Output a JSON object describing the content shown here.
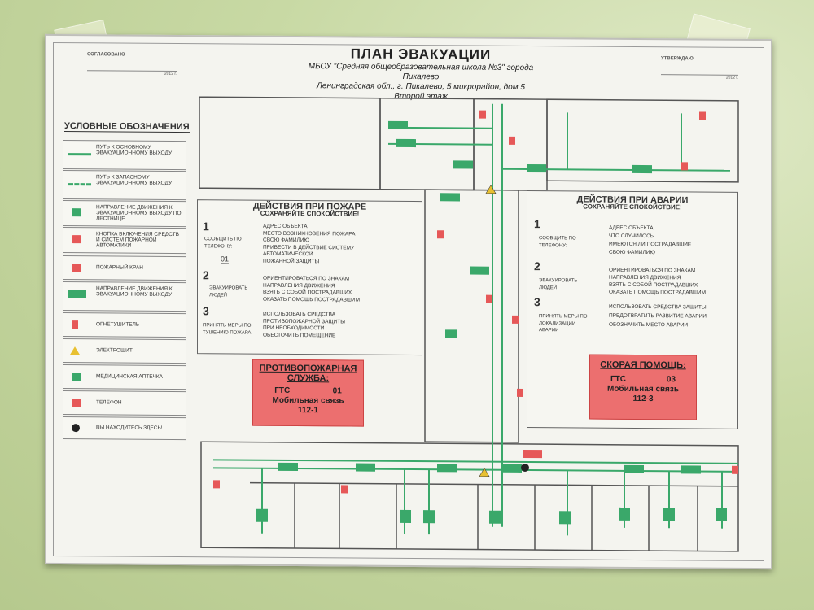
{
  "header": {
    "title": "ПЛАН ЭВАКУАЦИИ",
    "line1": "МБОУ \"Средняя общеобразовательная школа №3\" города Пикалево",
    "line2": "Ленинградская обл., г. Пикалево, 5 микрорайон, дом 5",
    "line3": "Второй этаж"
  },
  "corner_left": {
    "label": "СОГЛАСОВАНО",
    "year": "2012 г."
  },
  "corner_right": {
    "label": "УТВЕРЖДАЮ",
    "year": "2012 г."
  },
  "legend": {
    "title": "УСЛОВНЫЕ ОБОЗНАЧЕНИЯ",
    "items": [
      "ПУТЬ К ОСНОВНОМУ ЭВАКУАЦИОННОМУ ВЫХОДУ",
      "ПУТЬ К ЗАПАСНОМУ ЭВАКУАЦИОННОМУ ВЫХОДУ",
      "НАПРАВЛЕНИЕ ДВИЖЕНИЯ К ЭВАКУАЦИОННОМУ ВЫХОДУ ПО ЛЕСТНИЦЕ",
      "КНОПКА ВКЛЮЧЕНИЯ СРЕДСТВ И СИСТЕМ ПОЖАРНОЙ АВТОМАТИКИ",
      "ПОЖАРНЫЙ КРАН",
      "НАПРАВЛЕНИЕ ДВИЖЕНИЯ К ЭВАКУАЦИОННОМУ ВЫХОДУ",
      "ОГНЕТУШИТЕЛЬ",
      "ЭЛЕКТРОЩИТ",
      "МЕДИЦИНСКАЯ АПТЕЧКА",
      "ТЕЛЕФОН",
      "ВЫ НАХОДИТЕСЬ ЗДЕСЬ!"
    ]
  },
  "fire_panel": {
    "title": "ДЕЙСТВИЯ ПРИ ПОЖАРЕ",
    "subtitle": "СОХРАНЯЙТЕ СПОКОЙСТВИЕ!",
    "step1_label": "СООБЩИТЬ ПО ТЕЛЕФОНУ:",
    "step1_number": "01",
    "step1_items": [
      "АДРЕС ОБЪЕКТА",
      "МЕСТО ВОЗНИКНОВЕНИЯ ПОЖАРА",
      "СВОЮ ФАМИЛИЮ",
      "ПРИВЕСТИ В ДЕЙСТВИЕ СИСТЕМУ",
      "АВТОМАТИЧЕСКОЙ",
      "ПОЖАРНОЙ ЗАЩИТЫ"
    ],
    "step2_label": "ЭВАКУИРОВАТЬ ЛЮДЕЙ",
    "step2_items": [
      "ОРИЕНТИРОВАТЬСЯ ПО ЗНАКАМ",
      "НАПРАВЛЕНИЯ ДВИЖЕНИЯ",
      "ВЗЯТЬ С СОБОЙ ПОСТРАДАВШИХ",
      "ОКАЗАТЬ ПОМОЩЬ ПОСТРАДАВШИМ"
    ],
    "step3_label": "ПРИНЯТЬ МЕРЫ ПО ТУШЕНИЮ ПОЖАРА",
    "step3_items": [
      "ИСПОЛЬЗОВАТЬ СРЕДСТВА",
      "ПРОТИВОПОЖАРНОЙ ЗАЩИТЫ",
      "ПРИ НЕОБХОДИМОСТИ",
      "ОБЕСТОЧИТЬ ПОМЕЩЕНИЕ"
    ]
  },
  "fire_service": {
    "title1": "ПРОТИВОПОЖАРНАЯ",
    "title2": "СЛУЖБА:",
    "gts_label": "ГТС",
    "gts_number": "01",
    "mobile_label": "Мобильная связь",
    "mobile_number": "112-1"
  },
  "accident_panel": {
    "title": "ДЕЙСТВИЯ ПРИ АВАРИИ",
    "subtitle": "СОХРАНЯЙТЕ СПОКОЙСТВИЕ!",
    "step1_label": "СООБЩИТЬ ПО ТЕЛЕФОНУ:",
    "step1_items": [
      "АДРЕС ОБЪЕКТА",
      "ЧТО СЛУЧИЛОСЬ",
      "ИМЕЮТСЯ ЛИ ПОСТРАДАВШИЕ",
      "СВОЮ ФАМИЛИЮ"
    ],
    "step2_label": "ЭВАКУИРОВАТЬ ЛЮДЕЙ",
    "step2_items": [
      "ОРИЕНТИРОВАТЬСЯ ПО ЗНАКАМ",
      "НАПРАВЛЕНИЯ ДВИЖЕНИЯ",
      "ВЗЯТЬ С СОБОЙ ПОСТРАДАВШИХ",
      "ОКАЗАТЬ ПОМОЩЬ ПОСТРАДАВШИМ"
    ],
    "step3_label": "ПРИНЯТЬ МЕРЫ ПО ЛОКАЛИЗАЦИИ АВАРИИ",
    "step3_items": [
      "ИСПОЛЬЗОВАТЬ СРЕДСТВА ЗАЩИТЫ",
      "ПРЕДОТВРАТИТЬ РАЗВИТИЕ АВАРИИ",
      "ОБОЗНАЧИТЬ МЕСТО АВАРИИ"
    ]
  },
  "ambulance": {
    "title": "СКОРАЯ ПОМОЩЬ:",
    "gts_label": "ГТС",
    "gts_number": "03",
    "mobile_label": "Мобильная связь",
    "mobile_number": "112-3"
  },
  "colors": {
    "route": "#3aa86a",
    "alarm": "#e65858",
    "panel_red": "#ec6f6f"
  }
}
